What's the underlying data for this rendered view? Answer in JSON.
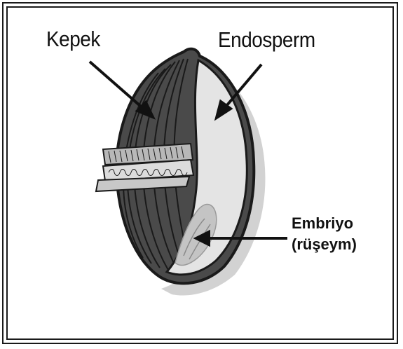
{
  "labels": {
    "bran": "Kepek",
    "endosperm": "Endosperm",
    "embryo_line1": "Embriyo",
    "embryo_line2": "(rüşeym)"
  },
  "colors": {
    "line": "#1a1a1a",
    "hull": "#4a4a4a",
    "endosperm": "#e2e2e2",
    "shadow": "#cfcfcf",
    "embryo": "#bdbdbd"
  }
}
